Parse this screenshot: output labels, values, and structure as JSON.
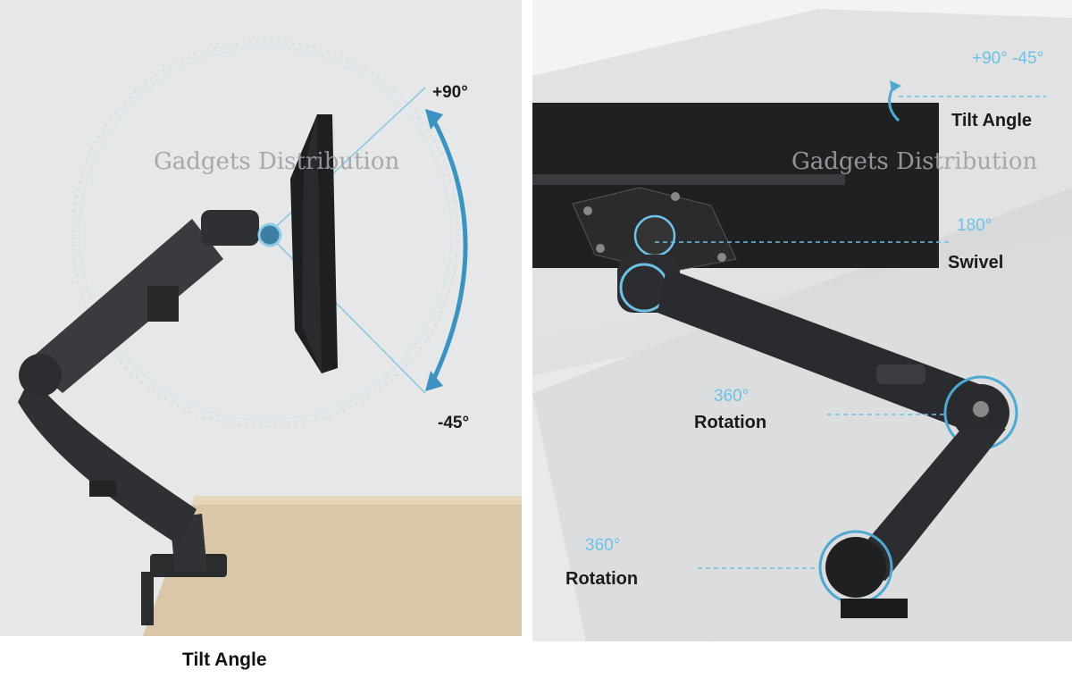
{
  "left_panel": {
    "watermark": "Gadgets Distribution",
    "angle_up": "+90°",
    "angle_down": "-45°",
    "caption": "Tilt Angle"
  },
  "right_panel": {
    "watermark": "Gadgets Distribution",
    "tilt_range": "+90° -45°",
    "tilt_label": "Tilt Angle",
    "swivel_value": "180°",
    "swivel_label": "Swivel",
    "rotation_upper_value": "360°",
    "rotation_upper_label": "Rotation",
    "rotation_lower_value": "360°",
    "rotation_lower_label": "Rotation"
  },
  "colors": {
    "accent_blue": "#4fa8d0",
    "label_blue": "#6ec1e4",
    "arm_dark": "#2b2c2e",
    "wood": "#d9c7a8"
  }
}
